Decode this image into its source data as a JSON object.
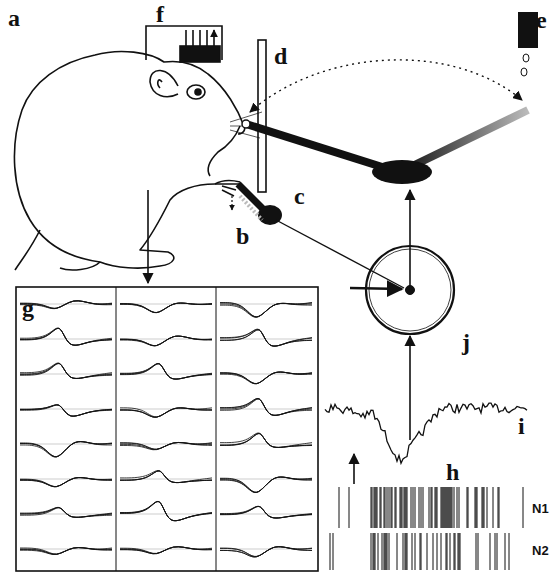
{
  "diagram": {
    "labels": [
      "a",
      "f",
      "d",
      "e",
      "c",
      "b",
      "g",
      "j",
      "i",
      "h",
      "N1",
      "N2"
    ]
  }
}
